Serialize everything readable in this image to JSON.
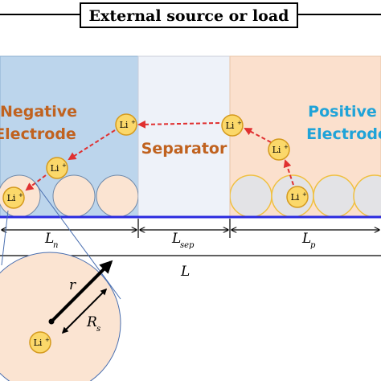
{
  "header": {
    "title": "External source or load"
  },
  "regions": {
    "negative": {
      "line1": "Negative",
      "line2": "Electrode",
      "color": "#c0621f"
    },
    "separator": {
      "label": "Separator",
      "color": "#c0621f"
    },
    "positive": {
      "line1": "Positive",
      "line2": "Electrode",
      "color": "#1fa3d8"
    }
  },
  "ions": {
    "label": "Li",
    "charge": "+"
  },
  "dimensions": {
    "n": {
      "symbol": "L",
      "subscript": "n"
    },
    "sep": {
      "symbol": "L",
      "subscript": "sep"
    },
    "p": {
      "symbol": "L",
      "subscript": "p"
    },
    "total": {
      "symbol": "L"
    }
  },
  "particle_detail": {
    "radius_var": "r",
    "radius_symbol": "R",
    "radius_subscript": "s"
  },
  "colors": {
    "negative_fill": "#bcd5ec",
    "separator_fill": "#eef2f9",
    "positive_fill": "#fbe0cd",
    "collector": "#2a2ae0",
    "ion_fill": "#fbd86a",
    "ion_stroke": "#d59a1d",
    "arrow": "#e03030",
    "particle_fill": "#fbe4d2"
  }
}
